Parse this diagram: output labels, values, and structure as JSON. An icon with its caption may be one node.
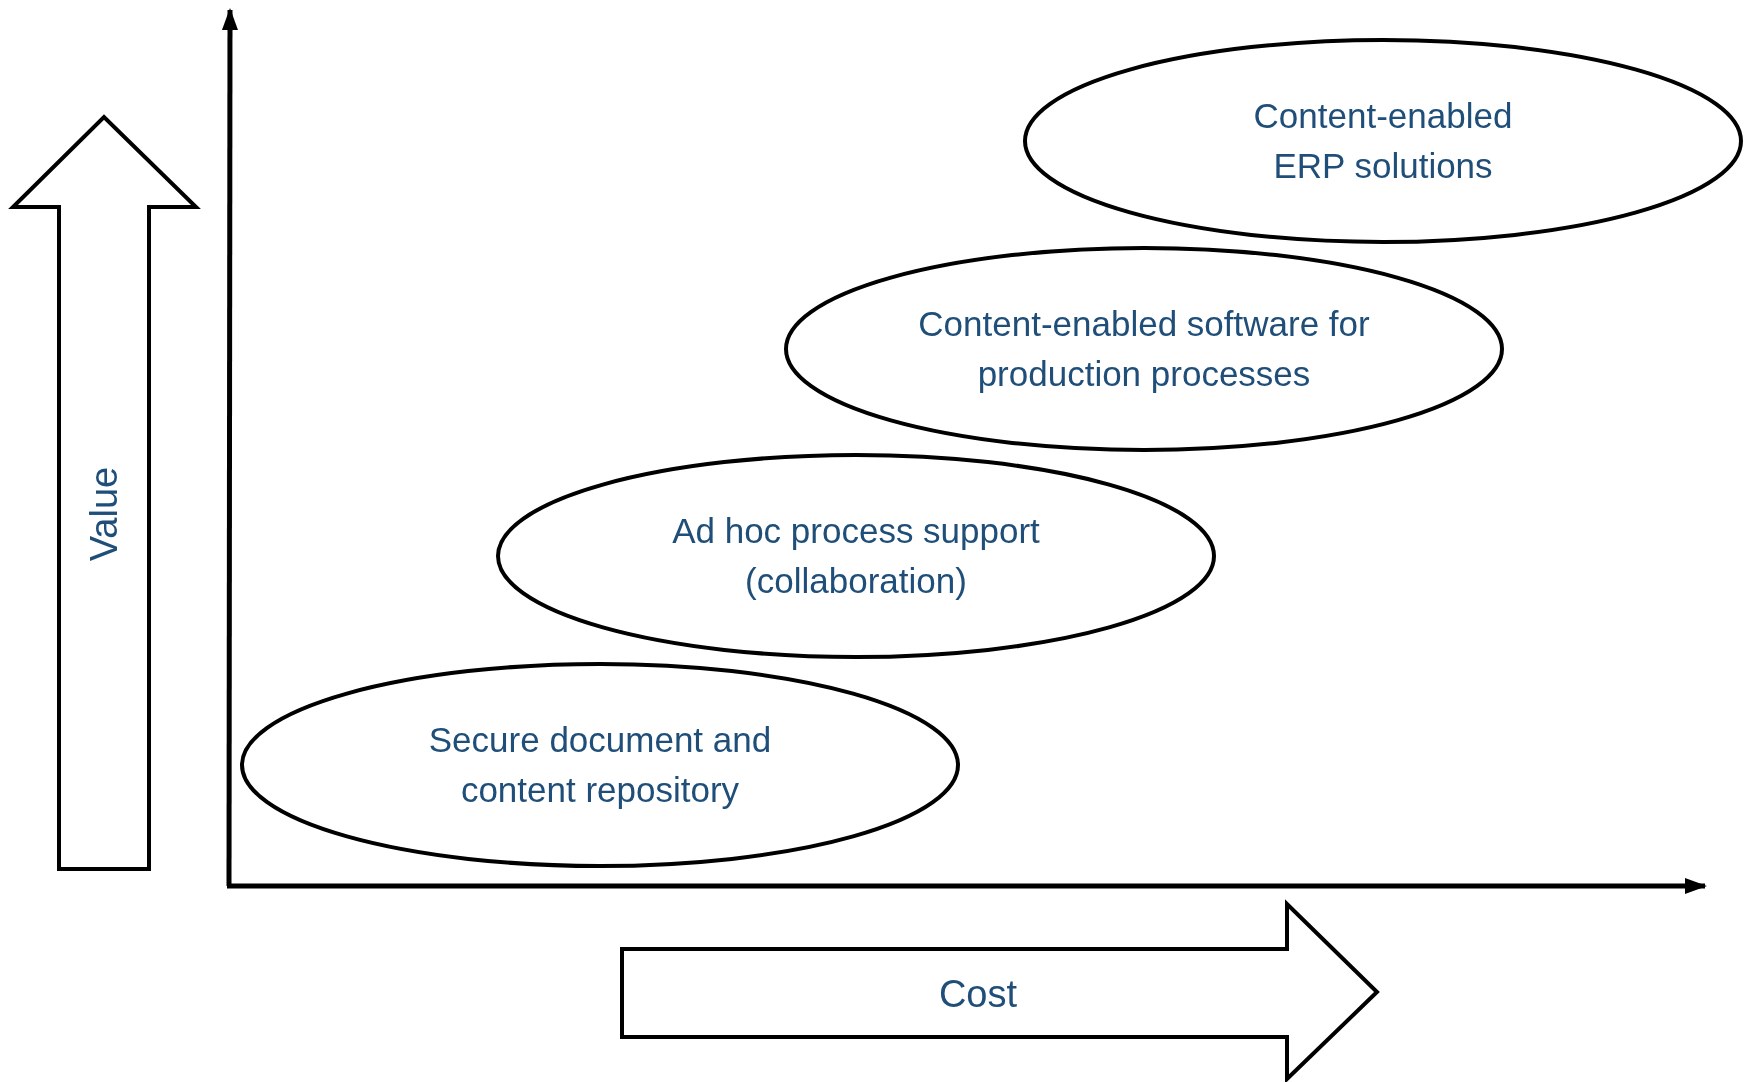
{
  "diagram": {
    "nodes": [
      {
        "text": [
          "Secure document and content repository"
        ]
      },
      {
        "text": [
          "Ad hoc process support (collaboration)"
        ]
      },
      {
        "text": [
          "Content-enabled software for production processes"
        ]
      },
      {
        "text": [
          "Content-enabled ERP solutions"
        ]
      }
    ],
    "labels": [
      "Value",
      "Cost"
    ]
  }
}
